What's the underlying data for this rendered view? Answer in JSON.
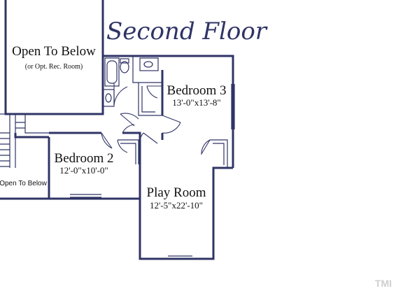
{
  "title": "Second Floor",
  "rooms": {
    "open_to_below_main": {
      "name": "Open To Below",
      "note": "(or Opt. Rec. Room)"
    },
    "bedroom3": {
      "name": "Bedroom 3",
      "dims": "13'-0\"x13'-8\""
    },
    "bedroom2": {
      "name": "Bedroom 2",
      "dims": "12'-0\"x10'-0\""
    },
    "play_room": {
      "name": "Play Room",
      "dims": "12'-5\"x22'-10\""
    },
    "open_to_below_small": {
      "name": "Open To Below"
    }
  },
  "watermark": "TMI",
  "colors": {
    "wall": "#2f3466",
    "text": "#111111"
  }
}
